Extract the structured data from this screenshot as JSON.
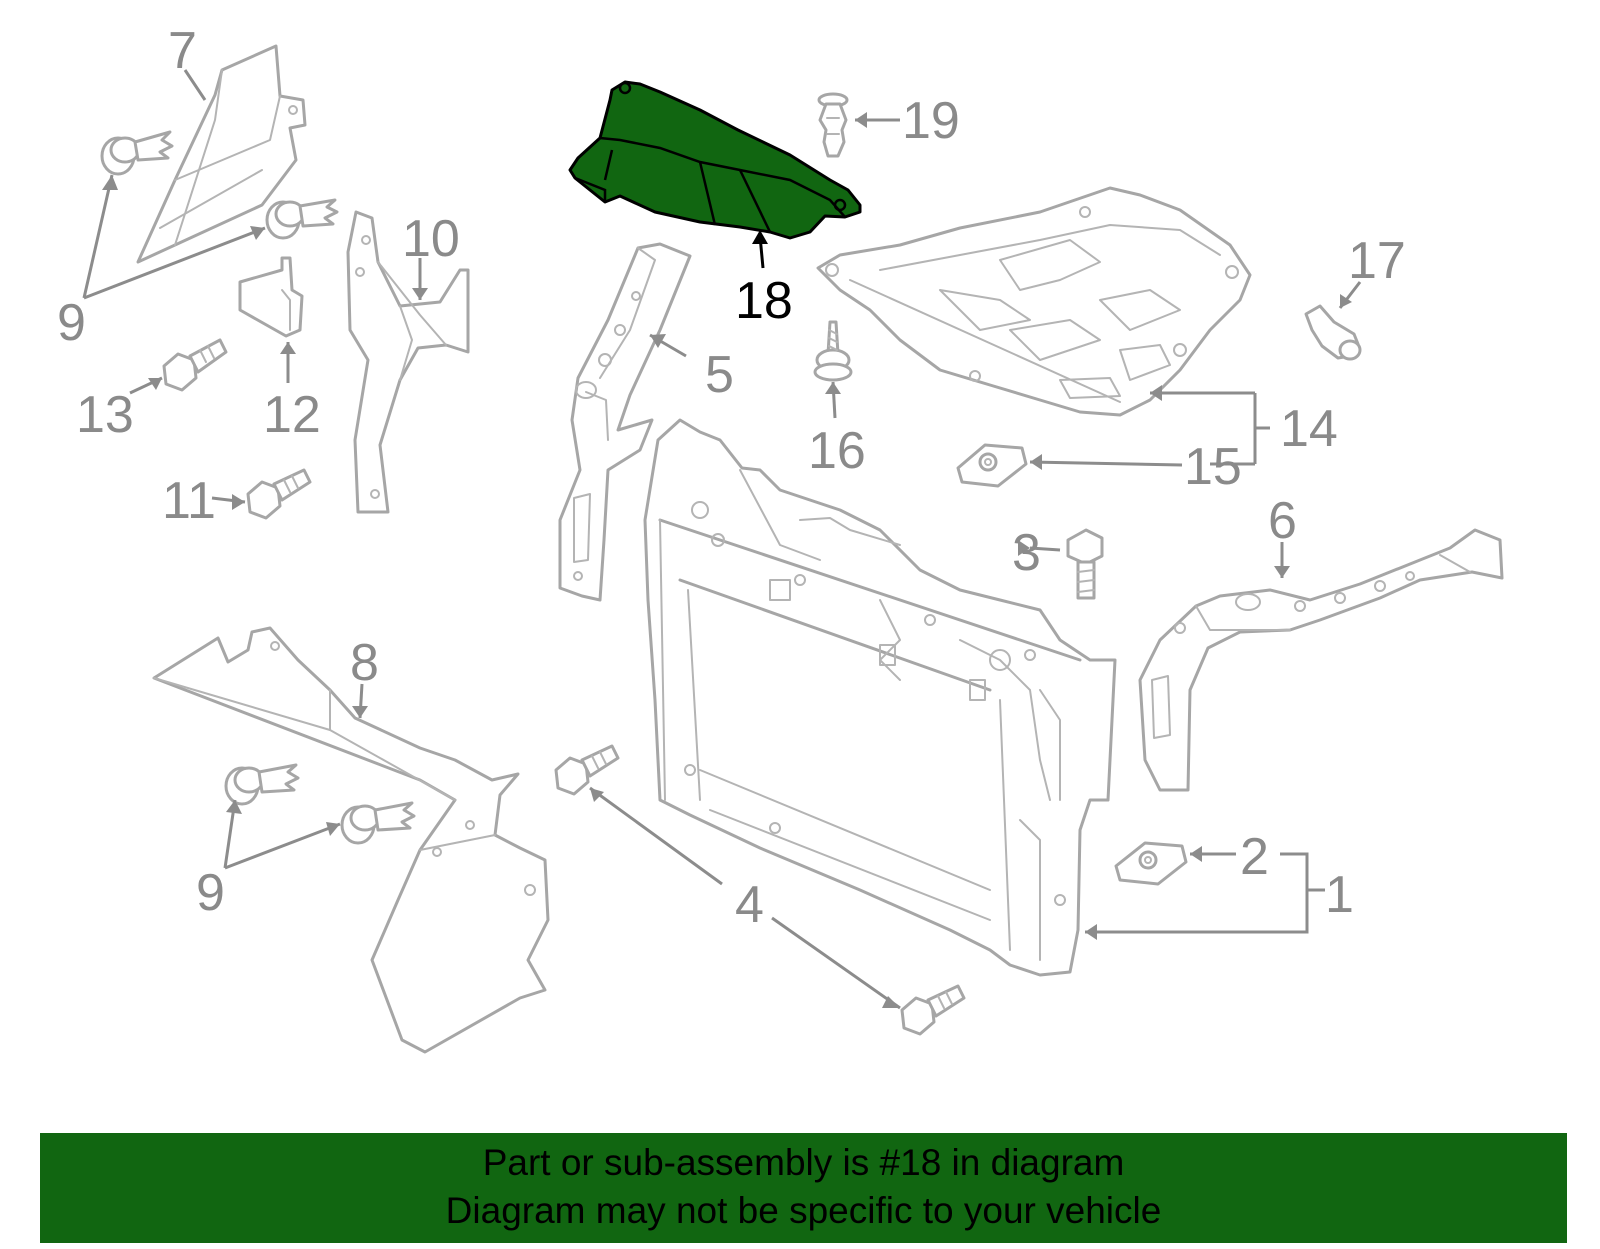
{
  "diagram": {
    "highlighted_part": "18",
    "highlight_color": "#116611",
    "callouts": {
      "c1": "1",
      "c2": "2",
      "c3": "3",
      "c4": "4",
      "c5": "5",
      "c6": "6",
      "c7": "7",
      "c8": "8",
      "c9a": "9",
      "c9b": "9",
      "c10": "10",
      "c11": "11",
      "c12": "12",
      "c13": "13",
      "c14": "14",
      "c15": "15",
      "c16": "16",
      "c17": "17",
      "c18": "18",
      "c19": "19"
    }
  },
  "banner": {
    "line1": "Part or sub-assembly is #18 in diagram",
    "line2": "Diagram may not be specific to your vehicle",
    "background": "#116611"
  }
}
